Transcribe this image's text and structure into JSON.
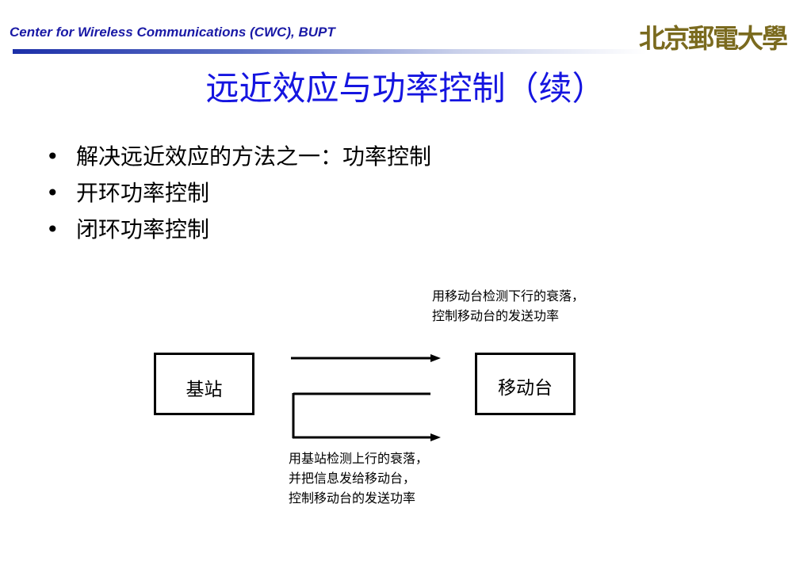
{
  "header": {
    "org_text": "Center for Wireless Communications (CWC), BUPT",
    "logo_text": "北京郵電大學"
  },
  "slide": {
    "title": "远近效应与功率控制（续）",
    "bullets": [
      "解决远近效应的方法之一：功率控制",
      "开环功率控制",
      "闭环功率控制"
    ]
  },
  "diagram": {
    "base_station_label": "基站",
    "mobile_station_label": "移动台",
    "upper_note": [
      "用移动台检测下行的衰落，",
      "控制移动台的发送功率"
    ],
    "lower_note": [
      "用基站检测上行的衰落，",
      "并把信息发给移动台，",
      "控制移动台的发送功率"
    ]
  },
  "colors": {
    "header_text": "#1a1aa6",
    "title": "#1515e0",
    "logo": "#7a6a1e",
    "bar_start": "#1c2fa8"
  }
}
